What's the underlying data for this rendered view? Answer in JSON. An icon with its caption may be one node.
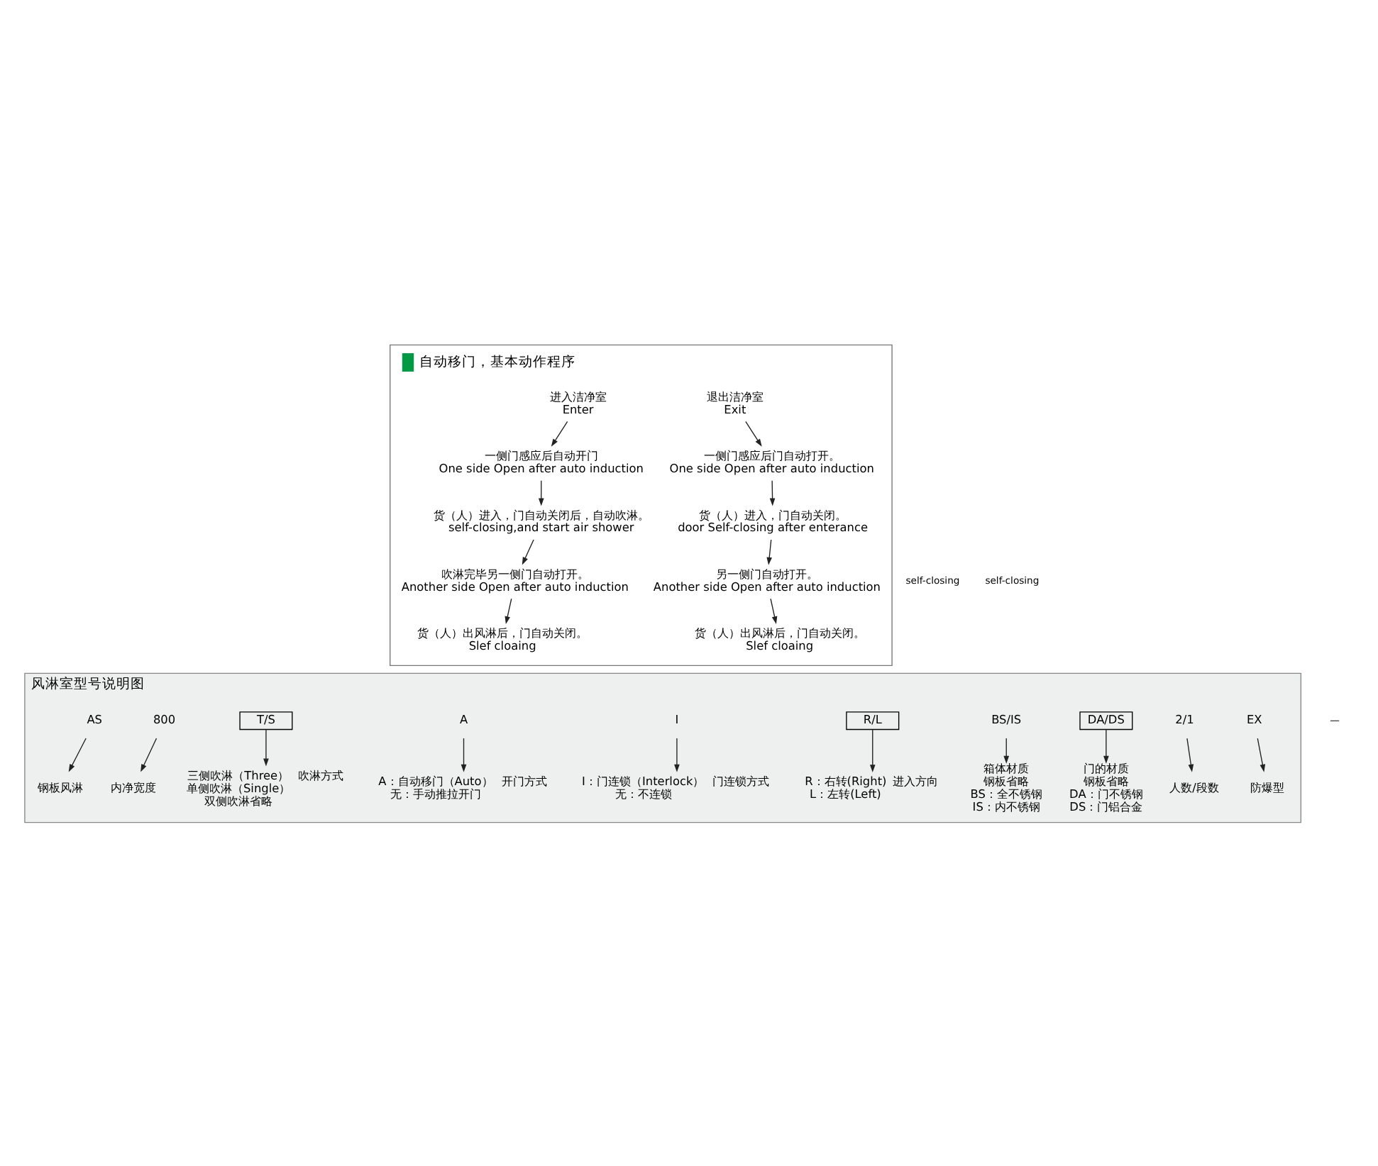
{
  "diagram": {
    "nodes": [
      {
        "text": [
          "自动移门，基本动作程序"
        ]
      },
      {
        "text": [
          "进入洁净室",
          "Enter"
        ],
        "in": 0
      },
      {
        "text": [
          "一侧门感应后自动开门",
          "One side Open after auto induction"
        ],
        "in": 0
      },
      {
        "text": [
          "货（人）进入，门自动关闭后，自动吹淋。",
          "self-closing,and start air shower"
        ],
        "in": 0
      },
      {
        "text": [
          "吹淋完毕另一侧门自动打开。",
          "Another side Open after auto induction"
        ],
        "in": 0
      },
      {
        "text": [
          "货（人）出风淋后，门自动关闭。",
          "Slef cloaing"
        ],
        "in": 0
      },
      {
        "text": [
          "退出洁净室",
          "Exit"
        ],
        "in": 0
      },
      {
        "text": [
          "一侧门感应后门自动打开。",
          "One side Open after auto induction"
        ],
        "in": 0
      },
      {
        "text": [
          "货（人）进入，门自动关闭。",
          "door Self-closing after enterance"
        ],
        "in": 0
      },
      {
        "text": [
          "另一侧门自动打开。",
          "Another side Open after auto induction"
        ],
        "in": 0
      },
      {
        "text": [
          "货（人）出风淋后，门自动关闭。",
          "Slef cloaing"
        ],
        "in": 0
      },
      {
        "text": [
          "风淋室型号说明图"
        ]
      },
      {
        "text": [
          "AS"
        ],
        "in": 11
      },
      {
        "text": [
          "800"
        ],
        "in": 11
      },
      {
        "text": [
          "T/S"
        ],
        "in": 11
      },
      {
        "text": [
          "A"
        ],
        "in": 11
      },
      {
        "text": [
          "I"
        ],
        "in": 11
      },
      {
        "text": [
          "R/L"
        ],
        "in": 11
      },
      {
        "text": [
          "BS/IS"
        ],
        "in": 11
      },
      {
        "text": [
          "DA/DS"
        ],
        "in": 11
      },
      {
        "text": [
          "2/1"
        ],
        "in": 11
      },
      {
        "text": [
          "EX"
        ],
        "in": 11
      },
      {
        "text": [
          "钢板风淋"
        ],
        "in": 11
      },
      {
        "text": [
          "内净宽度"
        ],
        "in": 11
      },
      {
        "text": [
          "箱体材质",
          "钢板省略",
          "BS：全不锈钢",
          "IS：内不锈钢"
        ],
        "in": 11
      },
      {
        "text": [
          "门的材质",
          "钢板省略",
          "DA：门不锈钢",
          "DS：门铝合金"
        ],
        "in": 11
      },
      {
        "text": [
          "人数/段数"
        ],
        "in": 11
      },
      {
        "text": [
          "防爆型"
        ],
        "in": 11
      },
      {
        "text": [
          "三侧吹淋（Three）",
          "单侧吹淋（Single）",
          "双侧吹淋省略"
        ],
        "beside": [
          "吹淋方式"
        ],
        "in": 11
      },
      {
        "text": [
          "A：自动移门（Auto）",
          "无：手动推拉开门"
        ],
        "beside": [
          "开门方式"
        ],
        "in": 11
      },
      {
        "text": [
          "R：右转(Right)",
          "L：左转(Left)"
        ],
        "beside": [
          "进入方向"
        ],
        "in": 11
      },
      {
        "text": [
          "I：门连锁（Interlock）",
          "无：不连锁"
        ],
        "beside": [
          "门连锁方式"
        ],
        "in": 11
      }
    ],
    "edges": [
      {
        "from": 1,
        "to": 2,
        "arrow": "to"
      },
      {
        "from": 2,
        "to": 3,
        "arrow": "to"
      },
      {
        "from": 3,
        "to": 4,
        "arrow": "to"
      },
      {
        "from": 4,
        "to": 5,
        "arrow": "to"
      },
      {
        "from": 6,
        "to": 7,
        "arrow": "to"
      },
      {
        "from": 7,
        "to": 8,
        "arrow": "to"
      },
      {
        "from": 8,
        "to": 9,
        "arrow": "to"
      },
      {
        "from": 9,
        "to": 10,
        "arrow": "to"
      },
      {
        "from": 12,
        "to": 22,
        "arrow": "to"
      },
      {
        "from": 13,
        "to": 23,
        "arrow": "to"
      },
      {
        "from": 18,
        "to": 24,
        "arrow": "to"
      },
      {
        "from": 19,
        "to": 25,
        "arrow": "to"
      },
      {
        "from": 20,
        "to": 26,
        "arrow": "to"
      },
      {
        "from": 21,
        "to": 27,
        "arrow": "to"
      },
      {
        "from": 14,
        "to": 28,
        "arrow": "to"
      },
      {
        "from": 15,
        "to": 29,
        "arrow": "to"
      },
      {
        "from": 17,
        "to": 30,
        "arrow": "to"
      },
      {
        "from": 16,
        "to": 31,
        "arrow": "to"
      }
    ],
    "labels": [
      "self-closing",
      "self-closing",
      "—"
    ]
  }
}
